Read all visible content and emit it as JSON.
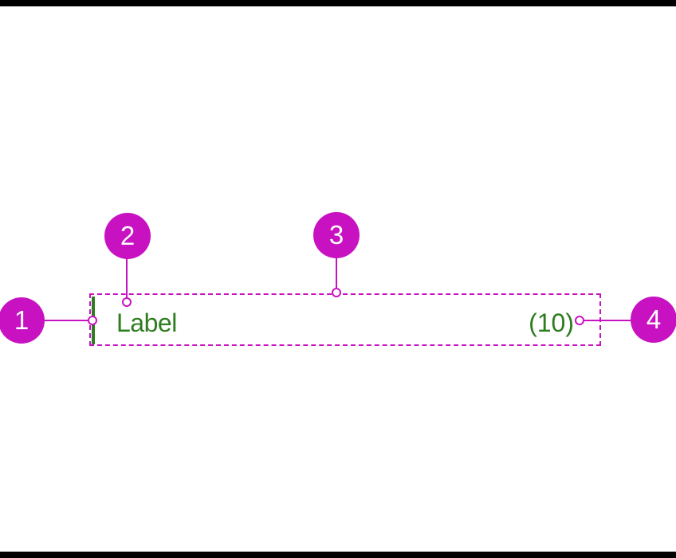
{
  "colors": {
    "annotation_magenta": "#c812c2",
    "component_green": "#2e7d20",
    "callout_number_white": "#ffffff",
    "frame_bar_black": "#000000",
    "background": "#ffffff"
  },
  "component": {
    "label": "Label",
    "count": "(10)"
  },
  "callouts": [
    {
      "number": "1"
    },
    {
      "number": "2"
    },
    {
      "number": "3"
    },
    {
      "number": "4"
    }
  ]
}
